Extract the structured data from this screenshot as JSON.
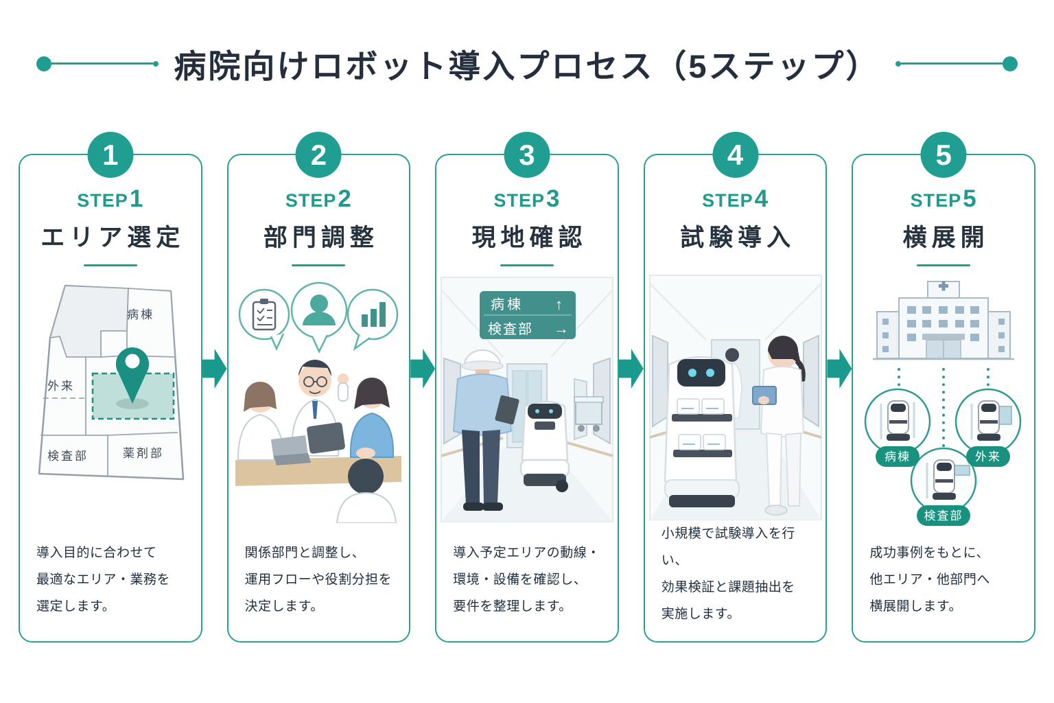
{
  "title": "病院向けロボット導入プロセス（5ステップ）",
  "colors": {
    "teal": "#1f9e91",
    "dark_text": "#242e3c",
    "card_border": "#2b9f92",
    "highlight_fill": "#bfe0da",
    "sign_teal": "#42908c",
    "badge_teal": "#18917f"
  },
  "steps": [
    {
      "num": "1",
      "step_prefix": "STEP",
      "step_num": "1",
      "heading": "エリア選定",
      "lines": [
        "導入目的に合わせて",
        "最適なエリア・業務を",
        "選定します。"
      ],
      "map_labels": {
        "ward": "病棟",
        "outpatient": "外来",
        "lab": "検査部",
        "pharmacy": "薬剤部"
      }
    },
    {
      "num": "2",
      "step_prefix": "STEP",
      "step_num": "2",
      "heading": "部門調整",
      "lines": [
        "関係部門と調整し、",
        "運用フローや役割分担を",
        "決定します。"
      ]
    },
    {
      "num": "3",
      "step_prefix": "STEP",
      "step_num": "3",
      "heading": "現地確認",
      "lines": [
        "導入予定エリアの動線・",
        "環境・設備を確認し、",
        "要件を整理します。"
      ],
      "sign": {
        "row1_label": "病棟",
        "row1_arrow": "↑",
        "row2_label": "検査部",
        "row2_arrow": "→"
      }
    },
    {
      "num": "4",
      "step_prefix": "STEP",
      "step_num": "4",
      "heading": "試験導入",
      "lines": [
        "小規模で試験導入を行い、",
        "効果検証と課題抽出を",
        "実施します。"
      ]
    },
    {
      "num": "5",
      "step_prefix": "STEP",
      "step_num": "5",
      "heading": "横展開",
      "lines": [
        "成功事例をもとに、",
        "他エリア・他部門へ",
        "横展開します。"
      ],
      "badges": {
        "ward": "病棟",
        "outpatient": "外来",
        "lab": "検査部"
      }
    }
  ]
}
